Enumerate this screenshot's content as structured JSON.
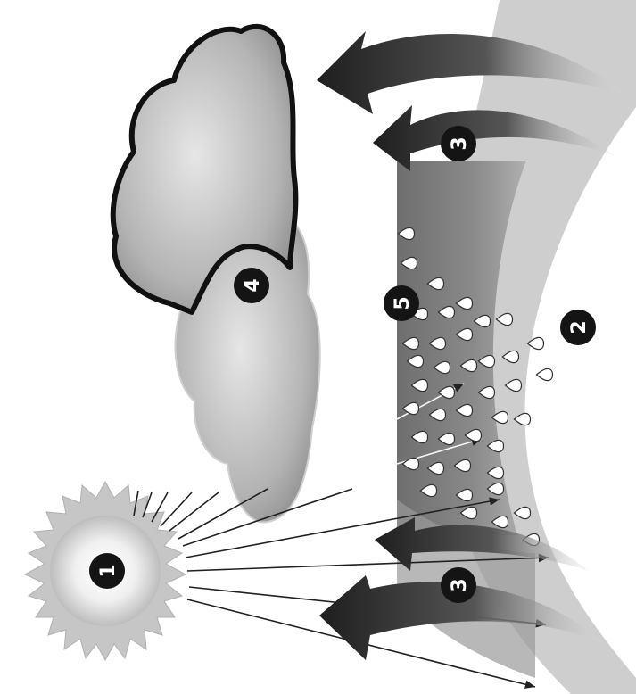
{
  "diagram": {
    "colors": {
      "background": "#ffffff",
      "earth_band": "#7a7a7a",
      "earth_band_light": "#9a9a9a",
      "arrow_dark": "#2a2a2a",
      "marker_fill": "#141414",
      "marker_text": "#ffffff",
      "sun_fill": "#c8c8c8",
      "sun_core": "#f2f2f2",
      "cloud_gray": "#b8b8b8",
      "cloud_outline": "#111111",
      "ray": "#222222",
      "drop_outline": "#333333"
    },
    "markers": [
      {
        "id": "marker-1",
        "label": "1"
      },
      {
        "id": "marker-2",
        "label": "2"
      },
      {
        "id": "marker-3-top",
        "label": "3"
      },
      {
        "id": "marker-3-bottom",
        "label": "3"
      },
      {
        "id": "marker-4",
        "label": "4"
      },
      {
        "id": "marker-5",
        "label": "5"
      }
    ],
    "icons": [
      "sun-icon",
      "cloud-icon",
      "raindrop-icon",
      "curved-arrow-icon"
    ]
  }
}
